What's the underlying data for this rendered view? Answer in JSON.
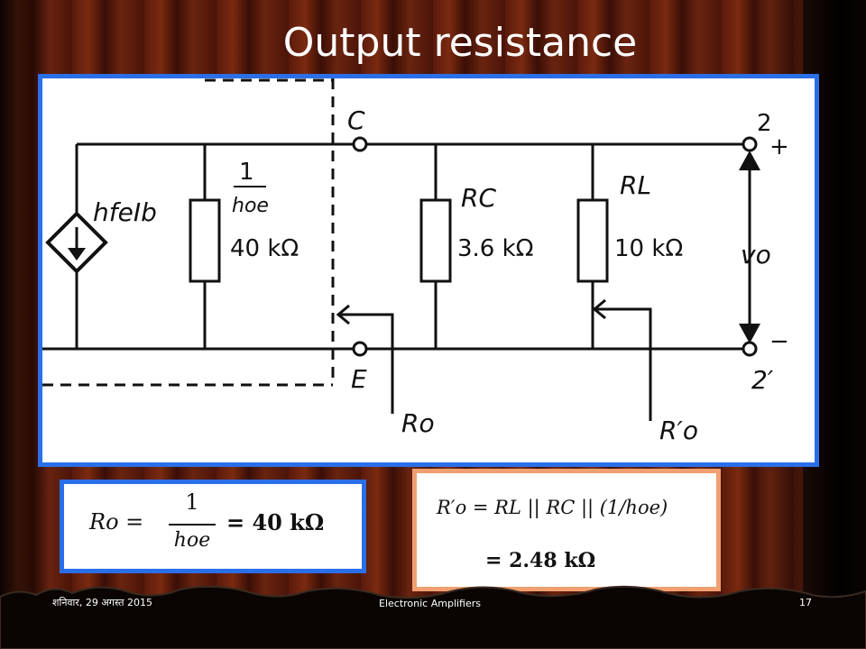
{
  "slide": {
    "title": "Output resistance",
    "footer": {
      "date": "शनिवार, 29 अगस्त 2015",
      "course": "Electronic Amplifiers",
      "page_number": "17"
    }
  },
  "circuit": {
    "node_c": "C",
    "node_e": "E",
    "node_2": "2",
    "node_2p": "2′",
    "plus": "+",
    "minus": "−",
    "source_label": "hfeIb",
    "hoe_numerator": "1",
    "hoe_denominator": "hoe",
    "hoe_value": "40 kΩ",
    "rc_label": "RC",
    "rc_value": "3.6 kΩ",
    "rl_label": "RL",
    "rl_value": "10 kΩ",
    "vo_label": "vo",
    "ro_label": "Ro",
    "ro_prime_label": "R′o"
  },
  "equations": {
    "ro_lhs": "Ro =",
    "ro_num": "1",
    "ro_den": "hoe",
    "ro_rhs": "=  40 kΩ",
    "ro_prime_line1": "R′o = RL || RC || (1/hoe)",
    "ro_prime_line2": "= 2.48 kΩ"
  },
  "colors": {
    "frame_blue": "#2a6fe8",
    "frame_orange": "#f0a070",
    "curtain": "#5a1a0c"
  }
}
